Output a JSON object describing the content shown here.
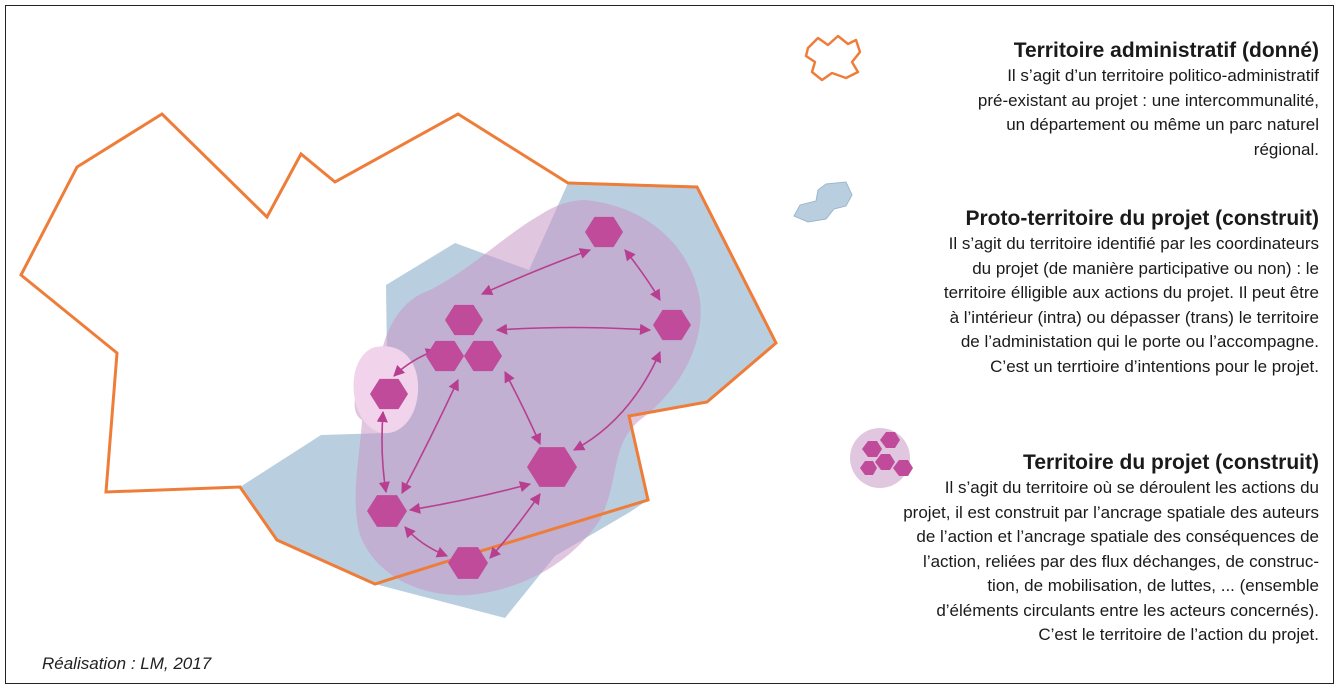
{
  "legend": {
    "administratif": {
      "title": "Territoire administratif (donné)",
      "lines": [
        "Il s’agit d’un territoire politico-administratif",
        "pré-existant au projet : une intercommunalité,",
        "un département ou même un parc naturel",
        "régional."
      ]
    },
    "proto": {
      "title": "Proto-territoire du projet (construit)",
      "lines": [
        "Il s’agit du territoire identifié par les coordinateurs",
        "du projet (de manière participative ou non) : le",
        "territoire élligible aux actions du projet. Il peut être",
        "à l’intérieur (intra) ou dépasser (trans) le territoire",
        "de l’administation qui le porte ou l’accompagne.",
        "C’est un terrtioire d’intentions pour le projet."
      ]
    },
    "projet": {
      "title": "Territoire du projet (construit)",
      "lines": [
        "Il s’agit du territoire où se déroulent les actions du",
        "projet, il est construit par l’ancrage spatiale des auteurs",
        "de l’action et l’ancrage spatiale des conséquences de",
        "l’action, reliées par des flux déchanges, de construc-",
        "tion, de mobilisation, de luttes, ... (ensemble",
        "d’éléments circulants entre les acteurs concernés).",
        "C’est le territoire de l’action du projet."
      ]
    }
  },
  "credit": "Réalisation : LM, 2017",
  "colors": {
    "admin_outline": "#ef7d3a",
    "proto_fill": "#b9cfe0",
    "proto_outline": "#b97a64",
    "project_fill": "#c998c7",
    "hexagon": "#c04b9a",
    "arrow": "#b83f8f"
  },
  "icons": [
    "admin-territory-icon",
    "proto-territory-icon",
    "project-territory-icon"
  ]
}
